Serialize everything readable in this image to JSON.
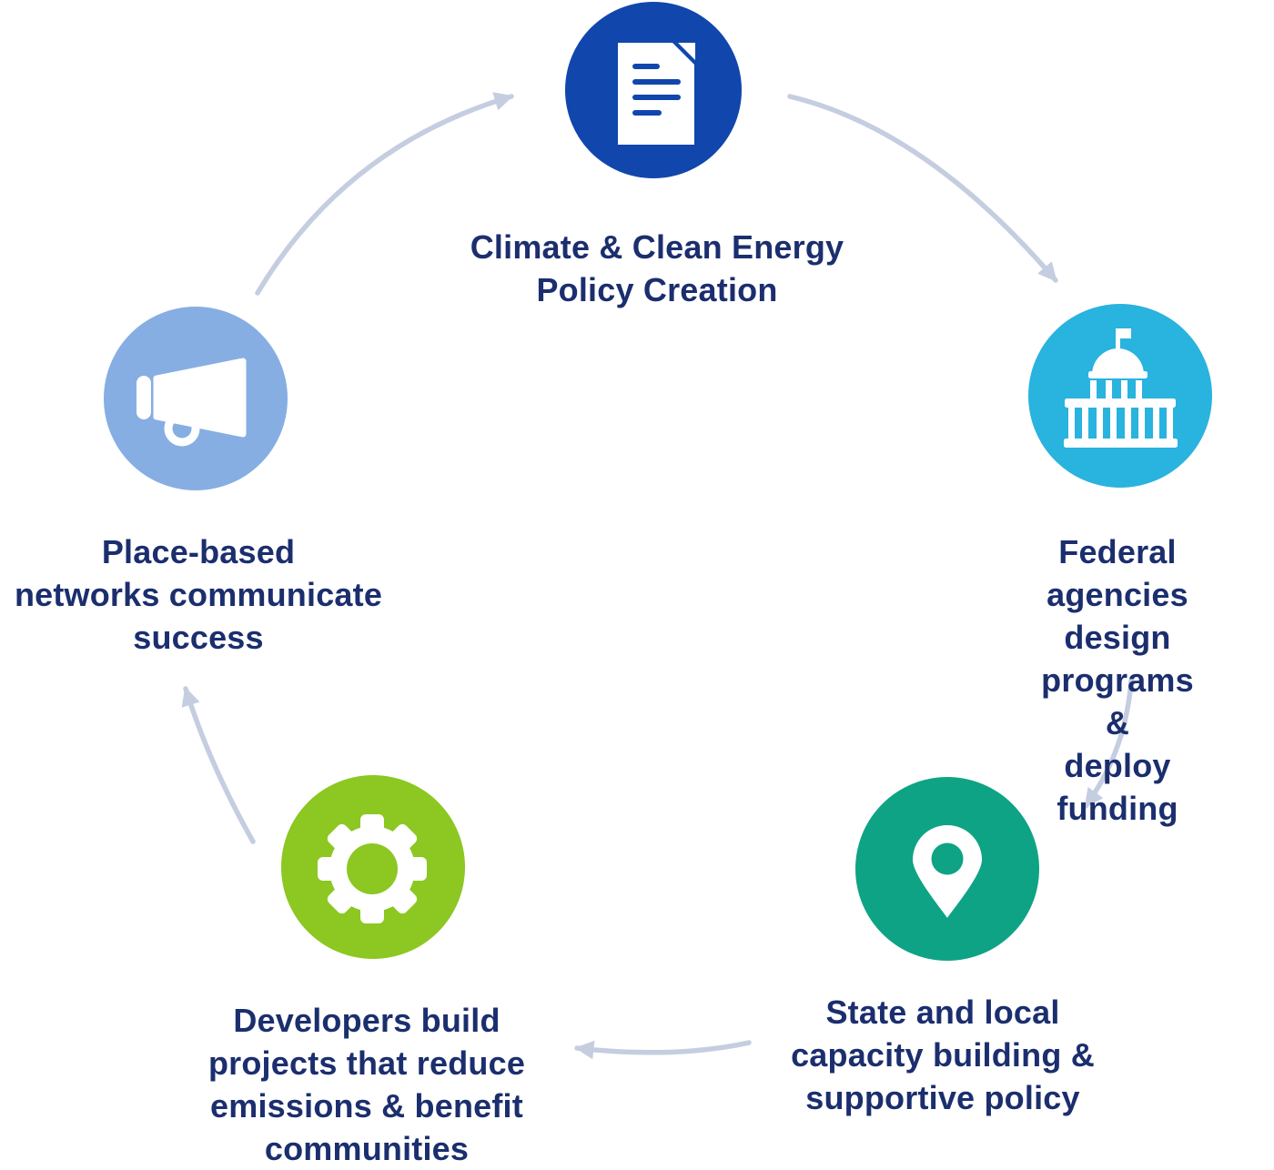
{
  "diagram": {
    "title": "Climate & clean energy policy cycle",
    "background_color": "#ffffff",
    "text_color": "#1B2E6E",
    "arrow_color": "#C5CDE0",
    "nodes": [
      {
        "id": "policy",
        "label": "Climate & Clean Energy\nPolicy Creation",
        "icon": "document-icon",
        "color": "#1146AD"
      },
      {
        "id": "federal",
        "label": "Federal agencies\ndesign programs &\ndeploy funding",
        "icon": "capitol-icon",
        "color": "#29B3DF"
      },
      {
        "id": "state",
        "label": "State and local\ncapacity building &\nsupportive policy",
        "icon": "map-pin-icon",
        "color": "#0FA385"
      },
      {
        "id": "developers",
        "label": "Developers build\nprojects that reduce\nemissions & benefit\ncommunities",
        "icon": "gear-icon",
        "color": "#8CC722"
      },
      {
        "id": "networks",
        "label": "Place-based\nnetworks communicate\nsuccess",
        "icon": "megaphone-icon",
        "color": "#86AEE3"
      }
    ]
  }
}
